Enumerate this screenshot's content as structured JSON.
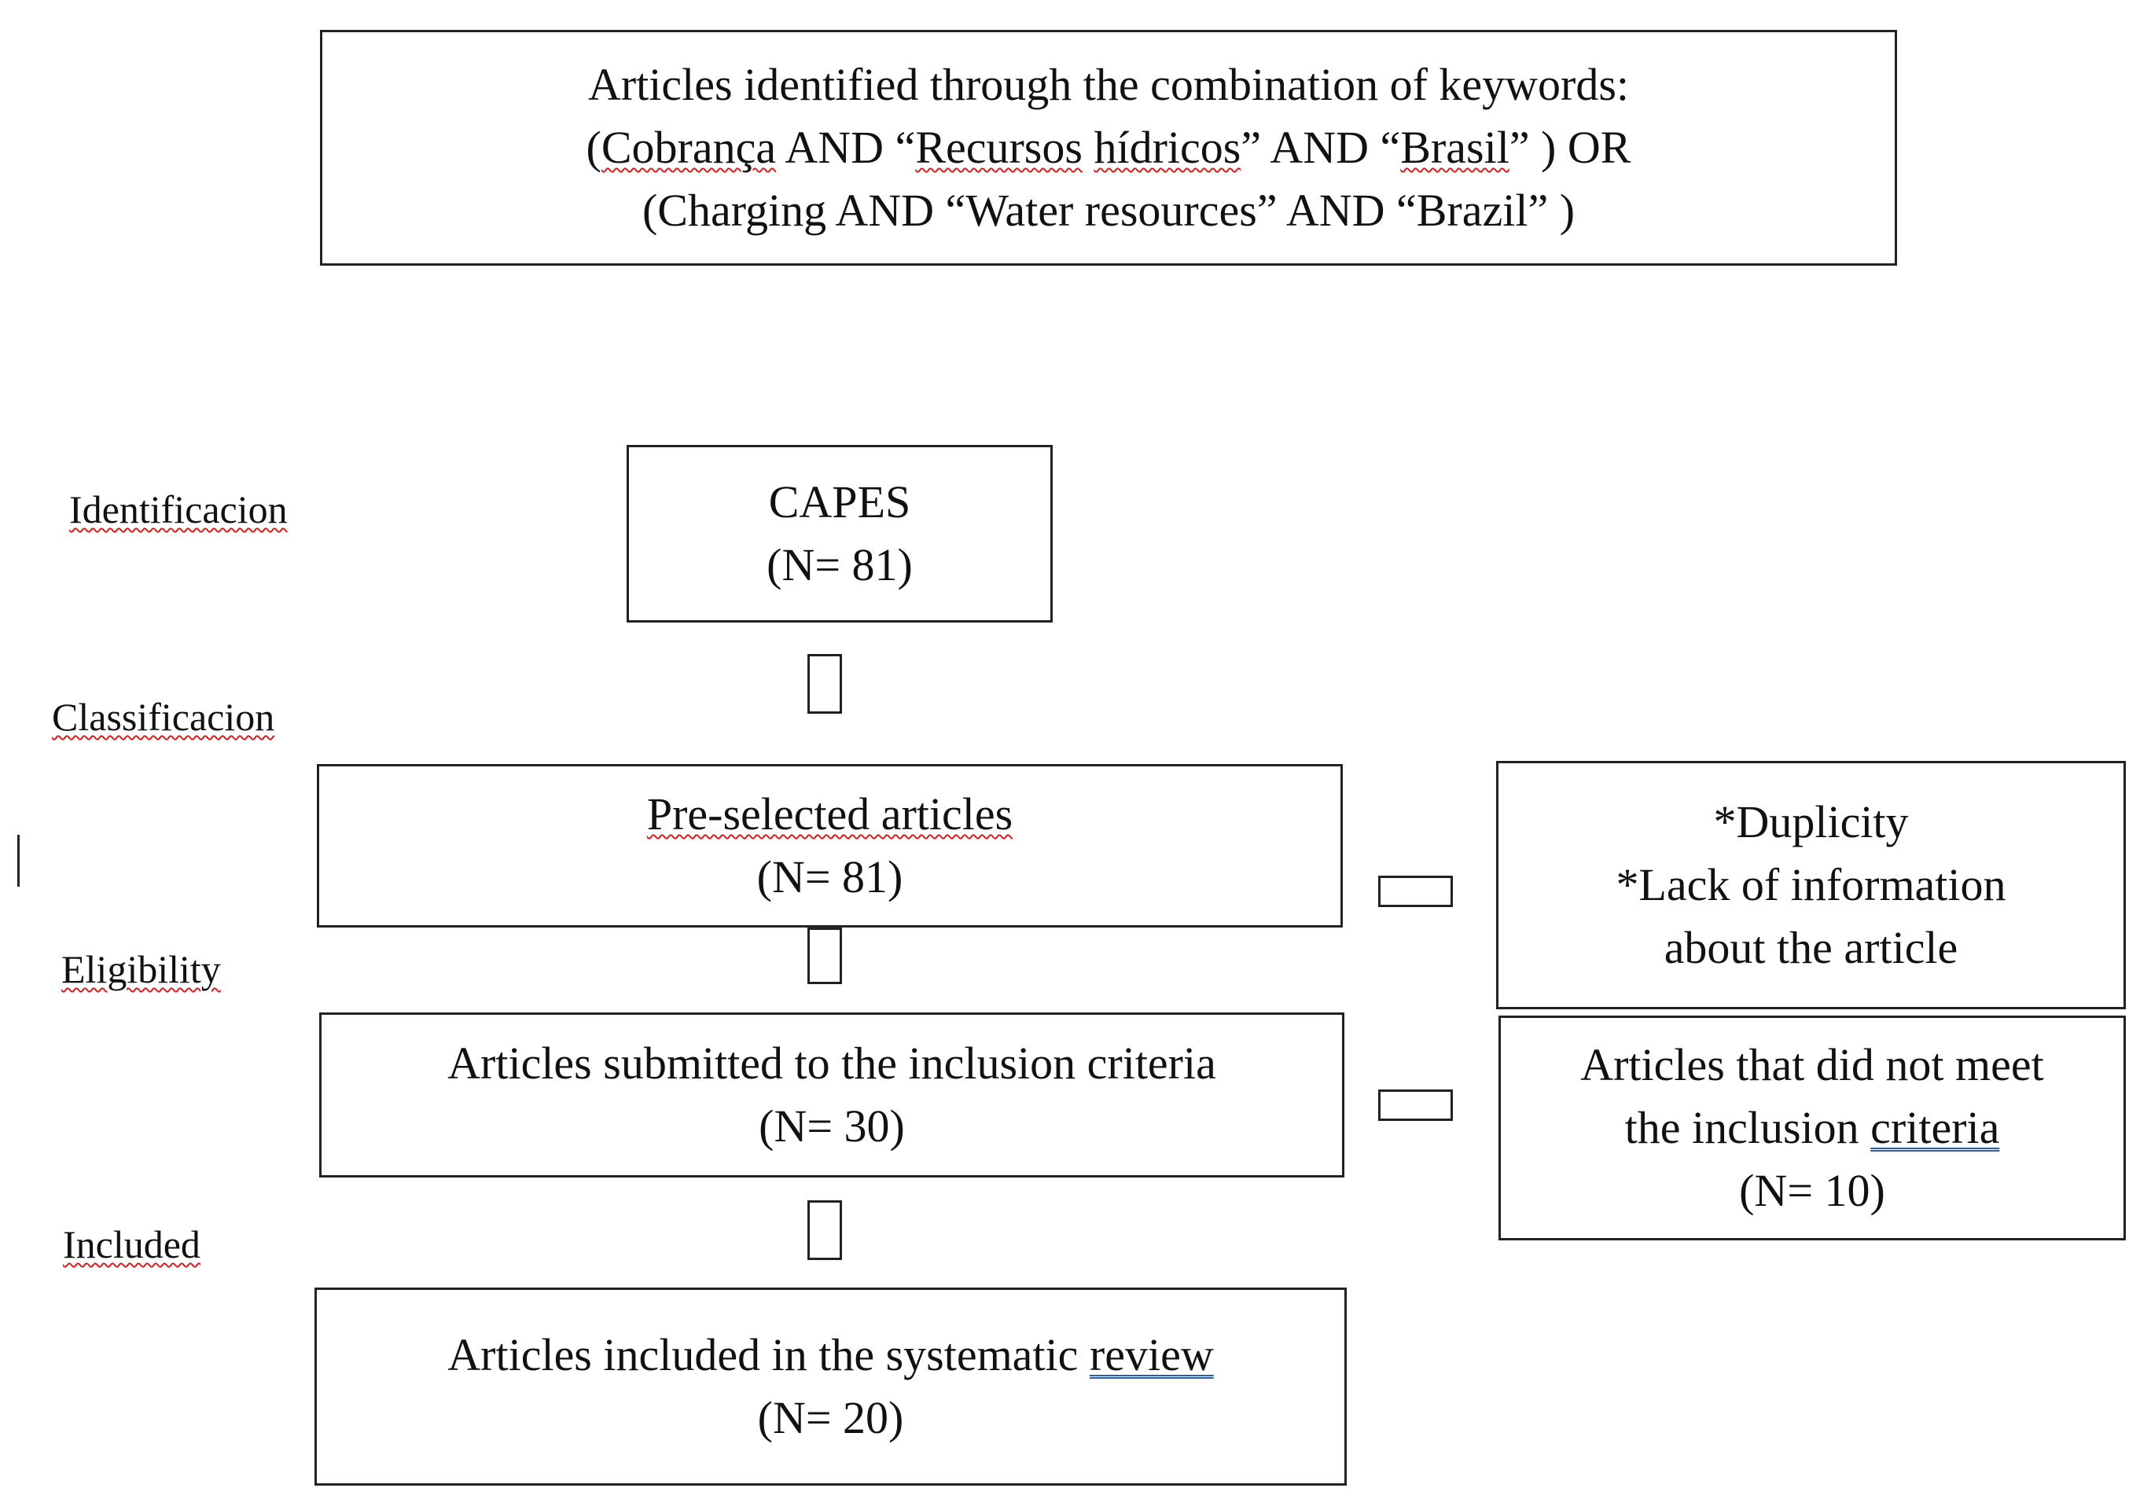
{
  "search_box": {
    "line1": "Articles identified through the combination of keywords:",
    "line2": {
      "open": "(",
      "term1": "Cobrança",
      "and1": " AND “",
      "term2a": "Recursos",
      "space": " ",
      "term2b": "hídricos",
      "and2": "” AND “",
      "term3": "Brasil",
      "close": "” ) OR"
    },
    "line3": "(Charging AND “Water resources” AND “Brazil” )"
  },
  "stages": {
    "identification": "Identificacion",
    "classification": "Classificacion",
    "eligibility": "Eligibility",
    "included": "Included"
  },
  "boxes": {
    "capes": {
      "title": "CAPES",
      "count": "(N= 81)"
    },
    "preselected": {
      "title": "Pre-selected articles",
      "count": "(N= 81)"
    },
    "excluded_reasons": {
      "line1": "*Duplicity",
      "line2": "*Lack of information",
      "line3": "about the article"
    },
    "submitted": {
      "title": "Articles submitted to the inclusion criteria",
      "count": "(N= 30)"
    },
    "not_meet": {
      "line1": "Articles that did not meet",
      "line2_prefix": "the inclusion ",
      "line2_word": "criteria",
      "count": "(N= 10)"
    },
    "included": {
      "title_prefix": "Articles included in the systematic ",
      "title_word": "review",
      "count": "(N= 20)"
    }
  }
}
